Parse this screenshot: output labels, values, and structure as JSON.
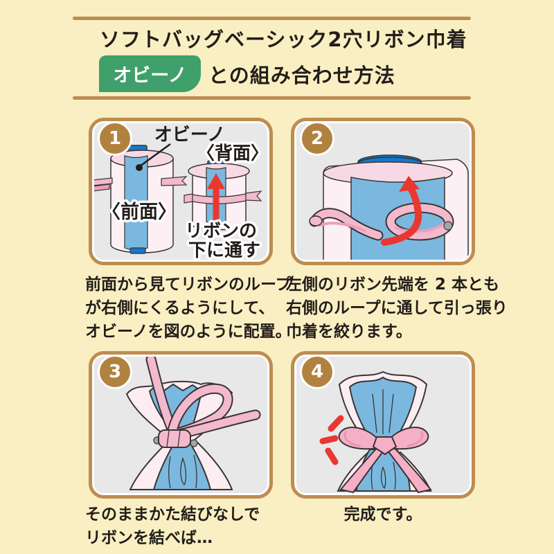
{
  "colors": {
    "background": "#F9EFC2",
    "rule_and_border": "#BE8C51",
    "panel_bg": "#E8E8E8",
    "badge_green": "#3FA06B",
    "number_circle": "#B1823F",
    "text": "#221D1A",
    "bag_blue": "#7BB8DF",
    "cap_blue": "#1878C8",
    "body_pink": "#FCF0F5",
    "top_pink": "#F7D9E6",
    "ribbon_pink": "#F3B9CC",
    "arrow_red": "#E8382F"
  },
  "header": {
    "title": "ソフトバッグベーシック2穴リボン巾着",
    "badge_label": "オビーノ",
    "subtitle": "との組み合わせ方法"
  },
  "steps": [
    {
      "number": "1",
      "caption": "前面から見てリボンのループ\nが右側にくるようにして、\nオビーノを図のように配置。",
      "labels": {
        "obino": "オビーノ",
        "front": "〈前面〉",
        "back": "〈背面〉",
        "pass_line1": "リボンの",
        "pass_line2": "下に通す"
      }
    },
    {
      "number": "2",
      "caption": "左側のリボン先端を 2 本とも\n右側のループに通して引っ張り\n巾着を絞ります。"
    },
    {
      "number": "3",
      "caption": "そのままかた結びなしで\nリボンを結べば…"
    },
    {
      "number": "4",
      "caption": "完成です。"
    }
  ]
}
